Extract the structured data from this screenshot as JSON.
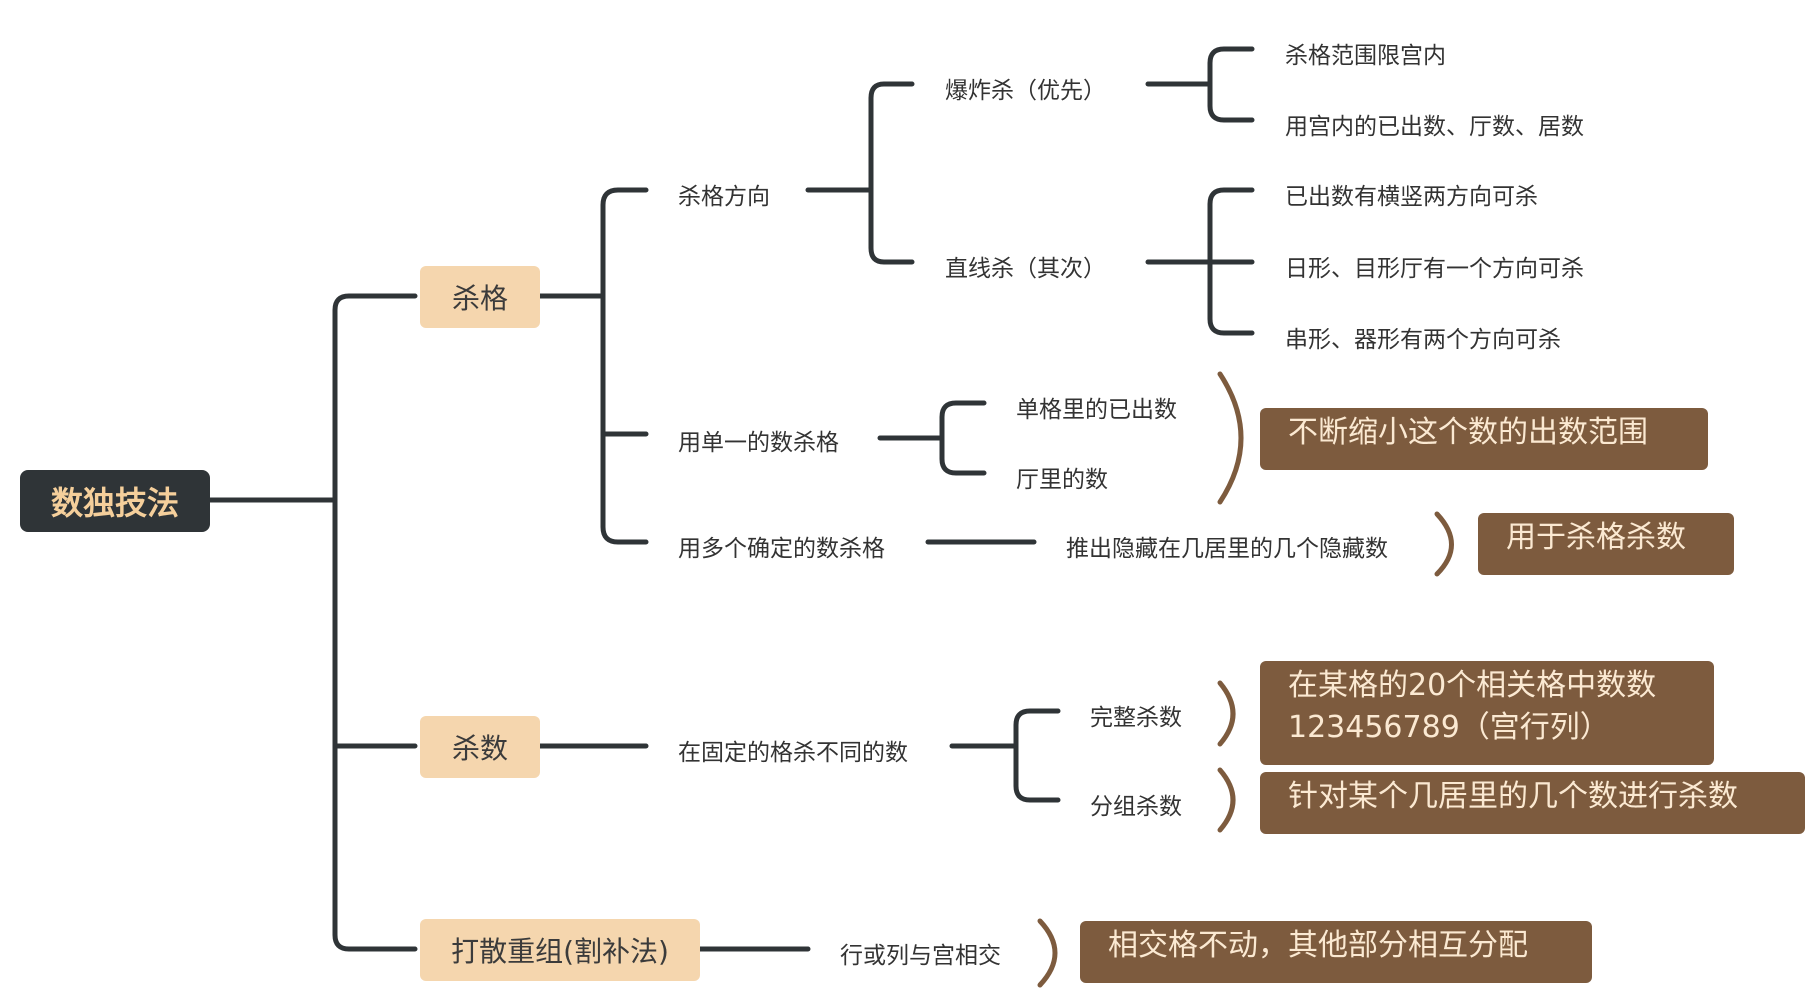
{
  "colors": {
    "line": "#2f3437",
    "brace": "#7d5b3e",
    "root_bg": "#2f3437",
    "root_text": "#f5cf9b",
    "main_bg": "#f5d6ae",
    "note_bg": "#7d5b3e",
    "note_text": "#fbe9d2"
  },
  "root": "数独技法",
  "branches": {
    "shage": {
      "label": "杀格",
      "direction": {
        "label": "杀格方向",
        "explosion": {
          "label": "爆炸杀（优先）",
          "items": [
            "杀格范围限宫内",
            "用宫内的已出数、厅数、居数"
          ]
        },
        "straight": {
          "label": "直线杀（其次）",
          "items": [
            "已出数有横竖两方向可杀",
            "日形、目形厅有一个方向可杀",
            "串形、器形有两个方向可杀"
          ]
        }
      },
      "single": {
        "label": "用单一的数杀格",
        "items": [
          "单格里的已出数",
          "厅里的数"
        ],
        "note": "不断缩小这个数的出数范围"
      },
      "multi": {
        "label": "用多个确定的数杀格",
        "item": "推出隐藏在几居里的几个隐藏数",
        "note": "用于杀格杀数"
      }
    },
    "shashu": {
      "label": "杀数",
      "fixed": {
        "label": "在固定的格杀不同的数",
        "complete": {
          "label": "完整杀数",
          "note_line1": "在某格的20个相关格中数数",
          "note_line2": "123456789（宫行列）"
        },
        "group": {
          "label": "分组杀数",
          "note": "针对某个几居里的几个数进行杀数"
        }
      }
    },
    "dasan": {
      "label": "打散重组(割补法)",
      "item": "行或列与宫相交",
      "note": "相交格不动，其他部分相互分配"
    }
  }
}
